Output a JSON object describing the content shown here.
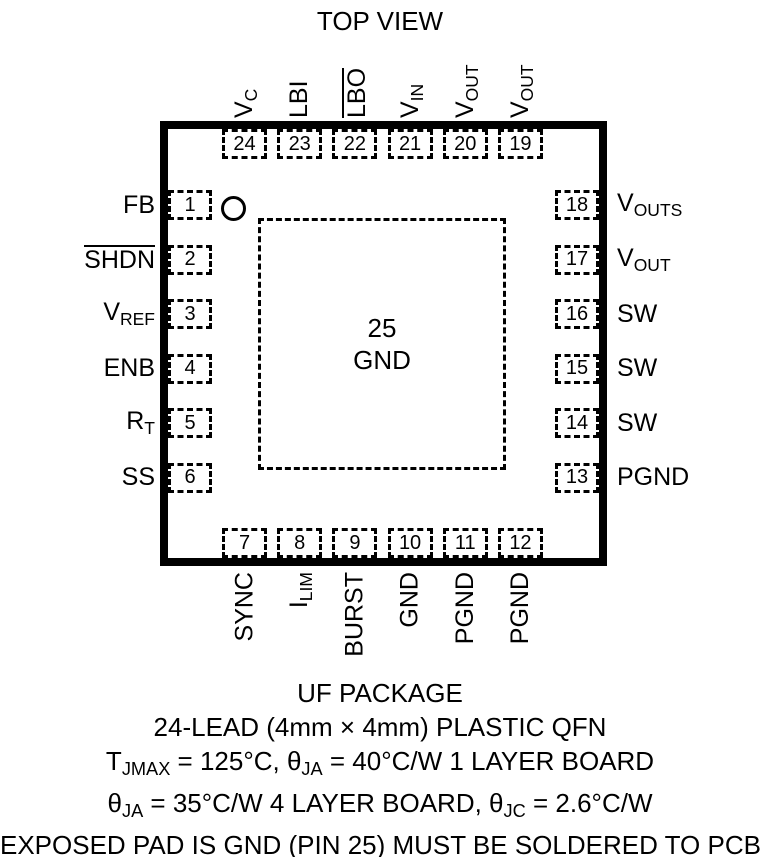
{
  "title": "TOP VIEW",
  "pad": {
    "number": "25",
    "label": "GND"
  },
  "pins": {
    "top": [
      {
        "num": "24",
        "label": [
          {
            "t": "V"
          },
          {
            "sub": "C"
          }
        ]
      },
      {
        "num": "23",
        "label": [
          {
            "t": "LBI"
          }
        ]
      },
      {
        "num": "22",
        "label": [
          {
            "t": "LBO",
            "over": true
          }
        ]
      },
      {
        "num": "21",
        "label": [
          {
            "t": "V"
          },
          {
            "sub": "IN"
          }
        ]
      },
      {
        "num": "20",
        "label": [
          {
            "t": "V"
          },
          {
            "sub": "OUT"
          }
        ]
      },
      {
        "num": "19",
        "label": [
          {
            "t": "V"
          },
          {
            "sub": "OUT"
          }
        ]
      }
    ],
    "left": [
      {
        "num": "1",
        "label": [
          {
            "t": "FB"
          }
        ]
      },
      {
        "num": "2",
        "label": [
          {
            "t": "SHDN",
            "over": true
          }
        ]
      },
      {
        "num": "3",
        "label": [
          {
            "t": "V"
          },
          {
            "sub": "REF"
          }
        ]
      },
      {
        "num": "4",
        "label": [
          {
            "t": "ENB"
          }
        ]
      },
      {
        "num": "5",
        "label": [
          {
            "t": "R"
          },
          {
            "sub": "T"
          }
        ]
      },
      {
        "num": "6",
        "label": [
          {
            "t": "SS"
          }
        ]
      }
    ],
    "right": [
      {
        "num": "18",
        "label": [
          {
            "t": "V"
          },
          {
            "sub": "OUTS"
          }
        ]
      },
      {
        "num": "17",
        "label": [
          {
            "t": "V"
          },
          {
            "sub": "OUT"
          }
        ]
      },
      {
        "num": "16",
        "label": [
          {
            "t": "SW"
          }
        ]
      },
      {
        "num": "15",
        "label": [
          {
            "t": "SW"
          }
        ]
      },
      {
        "num": "14",
        "label": [
          {
            "t": "SW"
          }
        ]
      },
      {
        "num": "13",
        "label": [
          {
            "t": "PGND"
          }
        ]
      }
    ],
    "bottom": [
      {
        "num": "7",
        "label": [
          {
            "t": "SYNC"
          }
        ]
      },
      {
        "num": "8",
        "label": [
          {
            "t": "I"
          },
          {
            "sub": "LIM"
          }
        ]
      },
      {
        "num": "9",
        "label": [
          {
            "t": "BURST"
          }
        ]
      },
      {
        "num": "10",
        "label": [
          {
            "t": "GND"
          }
        ]
      },
      {
        "num": "11",
        "label": [
          {
            "t": "PGND"
          }
        ]
      },
      {
        "num": "12",
        "label": [
          {
            "t": "PGND"
          }
        ]
      }
    ]
  },
  "footer": [
    [
      {
        "t": "UF PACKAGE"
      }
    ],
    [
      {
        "t": "24-LEAD (4mm × 4mm) PLASTIC QFN"
      }
    ],
    [
      {
        "t": "T"
      },
      {
        "sub": "JMAX"
      },
      {
        "t": " = 125°C, θ"
      },
      {
        "sub": "JA"
      },
      {
        "t": " = 40°C/W 1 LAYER BOARD"
      }
    ],
    [
      {
        "t": "θ"
      },
      {
        "sub": "JA"
      },
      {
        "t": " = 35°C/W 4 LAYER BOARD, θ"
      },
      {
        "sub": "JC"
      },
      {
        "t": " = 2.6°C/W"
      }
    ],
    [
      {
        "t": "EXPOSED PAD IS GND (PIN 25) MUST BE SOLDERED TO PCB"
      }
    ]
  ],
  "colors": {
    "ink": "#000000",
    "background": "#ffffff"
  }
}
